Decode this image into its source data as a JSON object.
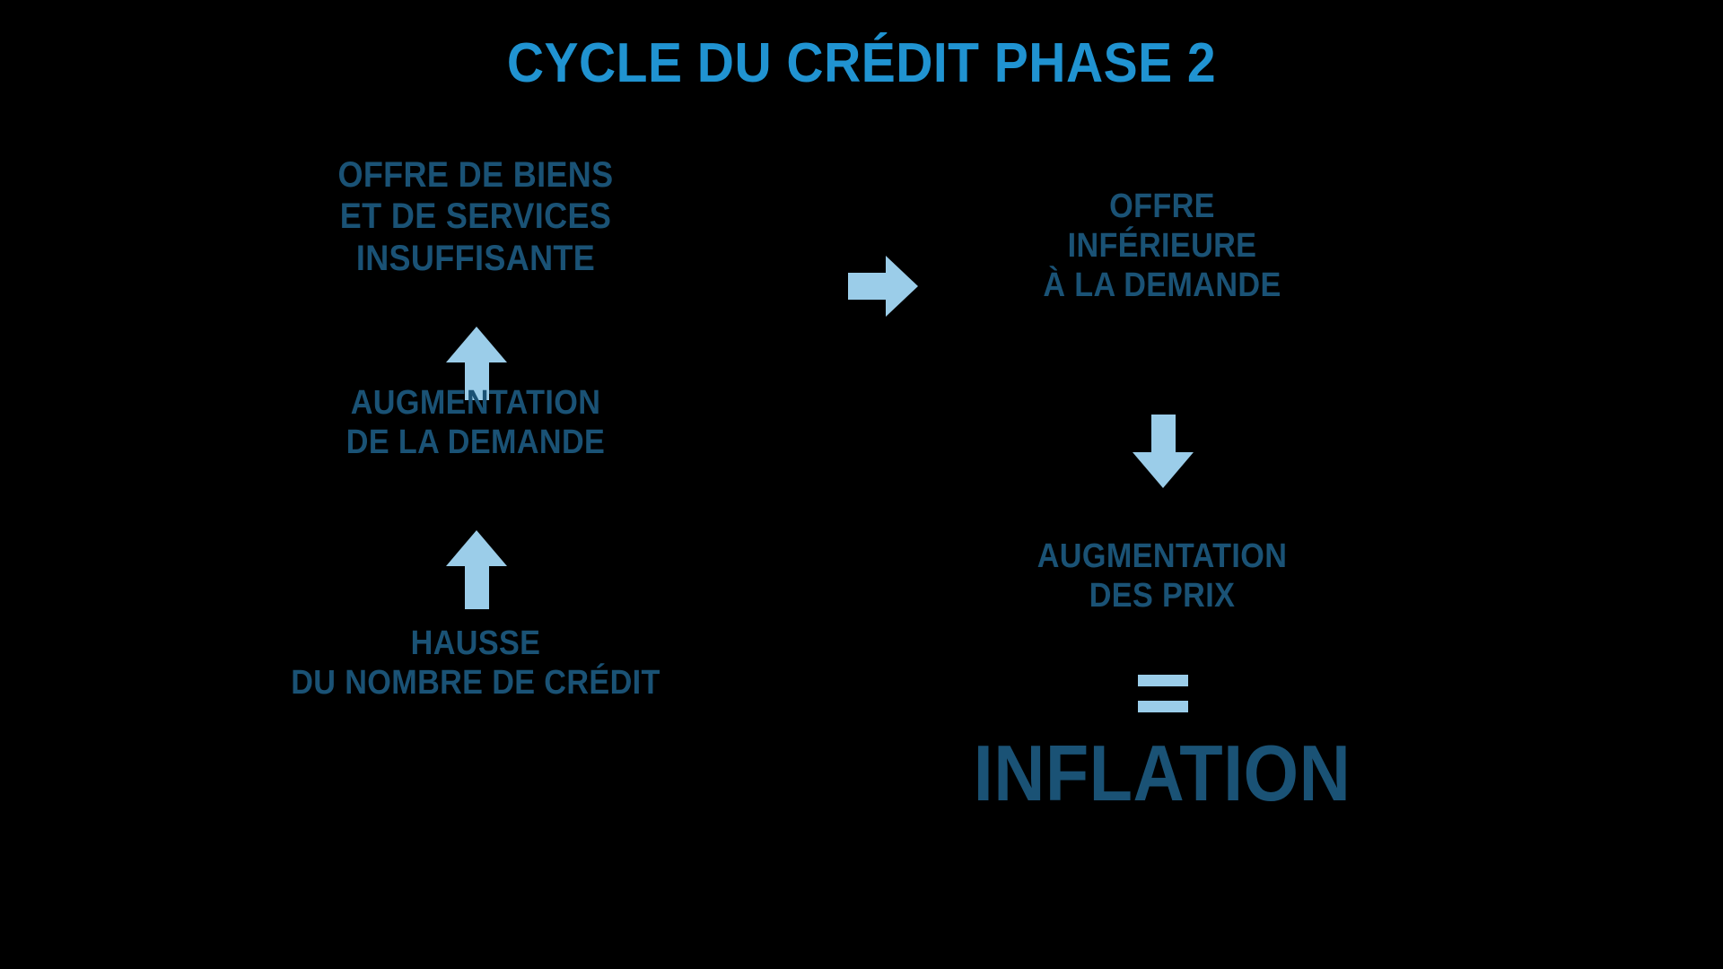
{
  "diagram": {
    "title": "CYCLE DU CRÉDIT PHASE 2",
    "background_color": "#000000",
    "title_color": "#2093d1",
    "node_text_color": "#1a5275",
    "arrow_color": "#9bcde9",
    "left_column": {
      "supply_node": {
        "line1": "OFFRE DE BIENS",
        "line2": "ET DE SERVICES",
        "line3": "INSUFFISANTE"
      },
      "demand_node": {
        "line1": "AUGMENTATION",
        "line2": "DE LA DEMANDE"
      },
      "credit_node": {
        "line1": "HAUSSE",
        "line2": "DU NOMBRE DE CRÉDIT"
      }
    },
    "right_column": {
      "shortage_node": {
        "line1": "OFFRE",
        "line2": "INFÉRIEURE",
        "line3": "À LA DEMANDE"
      },
      "prices_node": {
        "line1": "AUGMENTATION",
        "line2": "DES PRIX"
      },
      "equals_symbol": "=",
      "result_node": "INFLATION"
    },
    "arrows": {
      "credit_to_demand": "arrow-up",
      "demand_to_supply": "arrow-up",
      "supply_to_shortage": "arrow-right",
      "shortage_to_prices": "arrow-down"
    }
  }
}
